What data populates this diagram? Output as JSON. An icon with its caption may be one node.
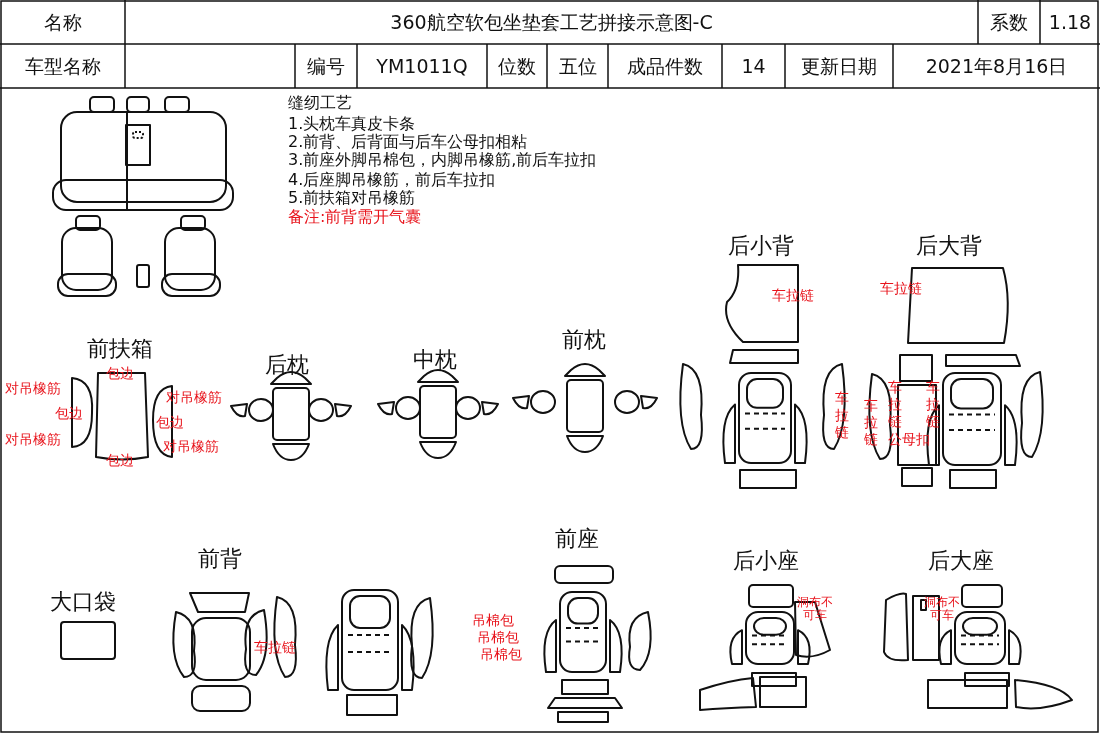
{
  "diagram": {
    "title": "360航空软包坐垫套工艺拼接示意图-C",
    "labels": [
      "名称",
      "系数",
      "1.18",
      "车型名称",
      "编号",
      "YM1011Q",
      "位数",
      "五位",
      "成品件数",
      "14",
      "更新日期",
      "2021年8月16日",
      "缝纫工艺",
      "1.头枕车真皮卡条",
      "2.前背、后背面与后车公母扣相粘",
      "3.前座外脚吊棉包，内脚吊橡筋,前后车拉扣",
      "4.后座脚吊橡筋，前后车拉扣",
      "5.前扶箱对吊橡筋",
      "备注:前背需开气囊",
      "后小背",
      "后大背",
      "车拉链",
      "车拉链",
      "前扶箱",
      "包边",
      "对吊橡筋",
      "对吊橡筋",
      "包边",
      "包边",
      "对吊橡筋",
      "对吊橡筋",
      "包边",
      "后枕",
      "中枕",
      "前枕",
      "车拉链",
      "车拉链",
      "车拉链",
      "车拉链",
      "公母扣",
      "前背",
      "大口袋",
      "车拉链",
      "前座",
      "吊棉包",
      "吊棉包",
      "吊棉包",
      "后小座",
      "后大座",
      "洞布不可车",
      "洞布不可车"
    ]
  }
}
